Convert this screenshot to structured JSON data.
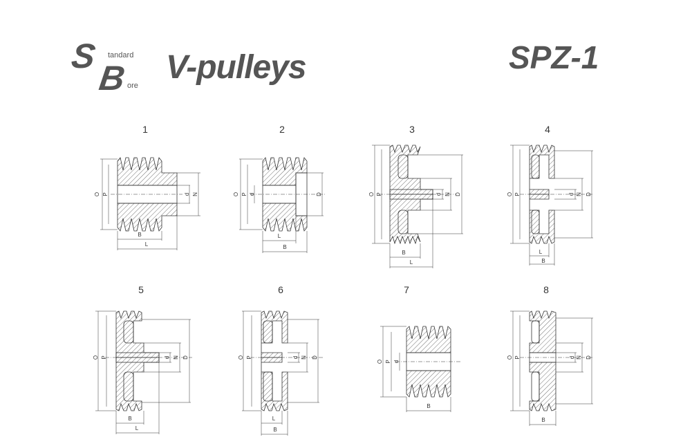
{
  "header": {
    "logo": {
      "letter_s": "S",
      "suffix_s": "tandard",
      "letter_b": "B",
      "suffix_b": "ore"
    },
    "title": "V-pulleys",
    "code": "SPZ-1"
  },
  "diagrams": [
    {
      "number": "1",
      "labels": {
        "o": "O",
        "p": "P",
        "d": "d",
        "n": "N",
        "b": "B",
        "l": "L"
      }
    },
    {
      "number": "2",
      "labels": {
        "o": "O",
        "p": "P",
        "d": "d",
        "dd": "D",
        "l": "L",
        "b": "B"
      }
    },
    {
      "number": "3",
      "labels": {
        "o": "O",
        "p": "P",
        "d": "d",
        "n": "N",
        "dd": "D",
        "b": "B",
        "l": "L"
      }
    },
    {
      "number": "4",
      "labels": {
        "o": "O",
        "p": "P",
        "d": "d",
        "n": "N",
        "dd": "D",
        "l": "L",
        "b": "B"
      }
    },
    {
      "number": "5",
      "labels": {
        "o": "O",
        "p": "P",
        "d": "d",
        "n": "N",
        "dd": "D",
        "b": "B",
        "l": "L"
      }
    },
    {
      "number": "6",
      "labels": {
        "o": "O",
        "p": "P",
        "d": "d",
        "n": "N",
        "dd": "D",
        "l": "L",
        "b": "B"
      }
    },
    {
      "number": "7",
      "labels": {
        "o": "O",
        "p": "P",
        "d": "d",
        "b": "B"
      }
    },
    {
      "number": "8",
      "labels": {
        "o": "O",
        "p": "P",
        "d": "d",
        "n": "N",
        "dd": "D",
        "b": "B"
      }
    }
  ]
}
